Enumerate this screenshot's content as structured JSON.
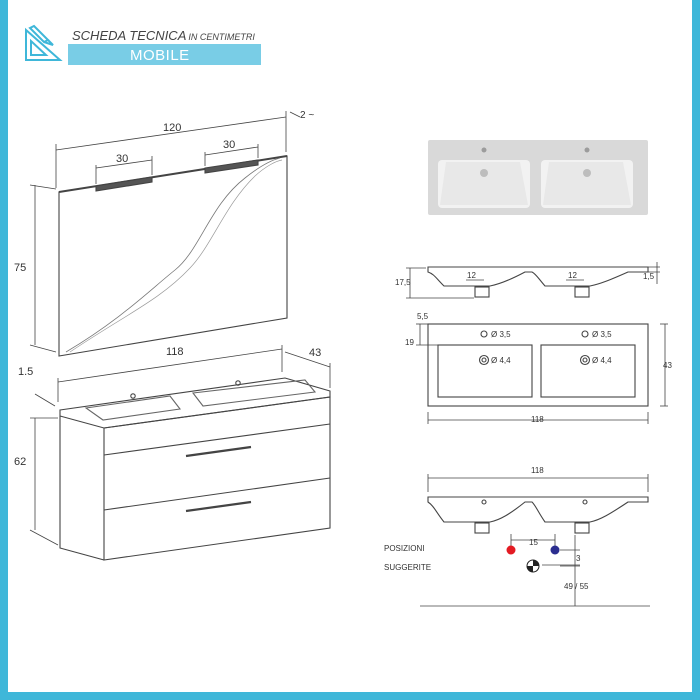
{
  "header": {
    "title": "SCHEDA TECNICA",
    "unit": "IN CENTIMETRI",
    "product": "MOBILE"
  },
  "colors": {
    "frame": "#3fb7d9",
    "header_bar": "#79cde6",
    "line": "#333333",
    "hot_dot": "#e31b23",
    "cold_dot": "#2b2d8f"
  },
  "mirror_dims": {
    "width": "120",
    "lamp_left": "30",
    "lamp_right": "30",
    "depth": "2",
    "height": "75"
  },
  "cabinet_dims": {
    "width": "118",
    "depth": "43",
    "top_thickness": "1.5",
    "height": "62"
  },
  "basin_section": {
    "total_height": "17,5",
    "left_offset": "12",
    "right_offset": "12",
    "top_thickness": "1,5"
  },
  "basin_plan": {
    "margin_top": "5,5",
    "hole_offset": "19",
    "tap_hole_left": "Ø 3,5",
    "tap_hole_right": "Ø 3,5",
    "drain_left": "Ø 4,4",
    "drain_right": "Ø 4,4",
    "depth": "43",
    "width": "118"
  },
  "basin_front": {
    "width": "118"
  },
  "positions": {
    "label_line1": "POSIZIONI",
    "label_line2": "SUGGERITE",
    "spacing": "15",
    "offset": "3",
    "height": "49 / 55"
  }
}
